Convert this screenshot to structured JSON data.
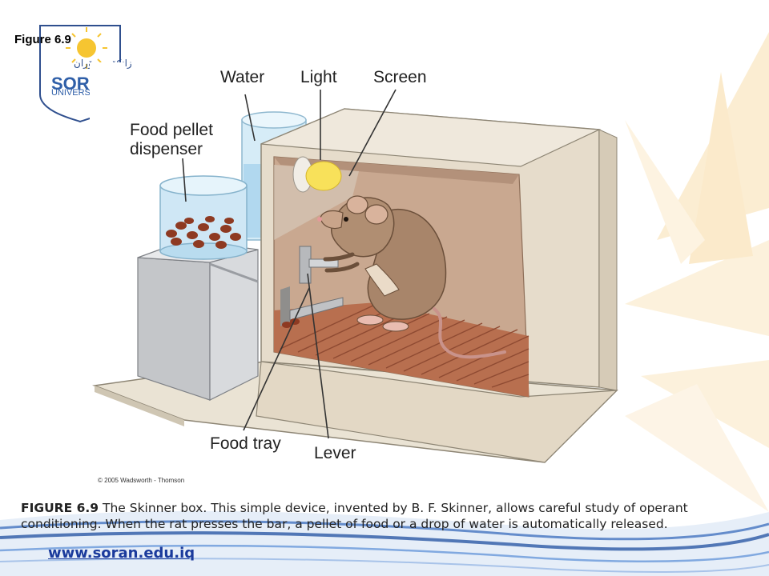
{
  "slide": {
    "figure_title": "Figure 6.9",
    "caption_label": "FIGURE 6.9",
    "caption_text": " The Skinner box. This simple device, invented by B. F. Skinner, allows careful study of operant conditioning. When the rat presses the bar, a pellet of food or a drop of water is automatically released.",
    "url": "www.soran.edu.iq",
    "copyright": "© 2005 Wadsworth - Thomson"
  },
  "logo": {
    "arabic_text": "زانکۆی سۆران",
    "name": "SORA",
    "sub": "UNIVERS"
  },
  "diagram": {
    "labels": {
      "water": "Water",
      "light": "Light",
      "screen": "Screen",
      "food_pellet_1": "Food pellet",
      "food_pellet_2": "dispenser",
      "food_tray": "Food tray",
      "lever": "Lever"
    }
  },
  "colors": {
    "box_wall": "#e6dccb",
    "box_inner": "#c9a890",
    "floor": "#b86f4f",
    "rat": "#a8856a",
    "background_rays": "#fbeed0",
    "wave_blue": "#1f4fa0",
    "url_blue": "#1a3a9c"
  }
}
